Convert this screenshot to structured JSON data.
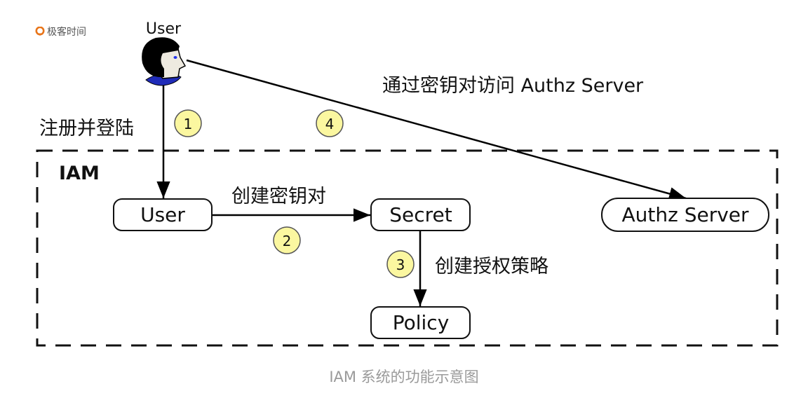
{
  "brand": {
    "name": "极客时间",
    "logo_icon": "geektime-logo-icon",
    "accent": "#e8751a"
  },
  "actor": {
    "label": "User",
    "icon": "user-avatar-icon"
  },
  "container": {
    "label": "IAM",
    "style": "dashed"
  },
  "nodes": {
    "user": "User",
    "secret": "Secret",
    "policy": "Policy",
    "authz": "Authz Server"
  },
  "edges": {
    "register": {
      "label": "注册并登陆",
      "step": "1"
    },
    "create_keypair": {
      "label": "创建密钥对",
      "step": "2"
    },
    "create_policy": {
      "label": "创建授权策略",
      "step": "3"
    },
    "access_authz": {
      "label": "通过密钥对访问 Authz Server",
      "step": "4"
    }
  },
  "colors": {
    "step_badge_fill": "#fbf7a0",
    "step_badge_stroke": "#555555",
    "line": "#000000",
    "caption": "#9a9a9a"
  },
  "caption": "IAM 系统的功能示意图"
}
